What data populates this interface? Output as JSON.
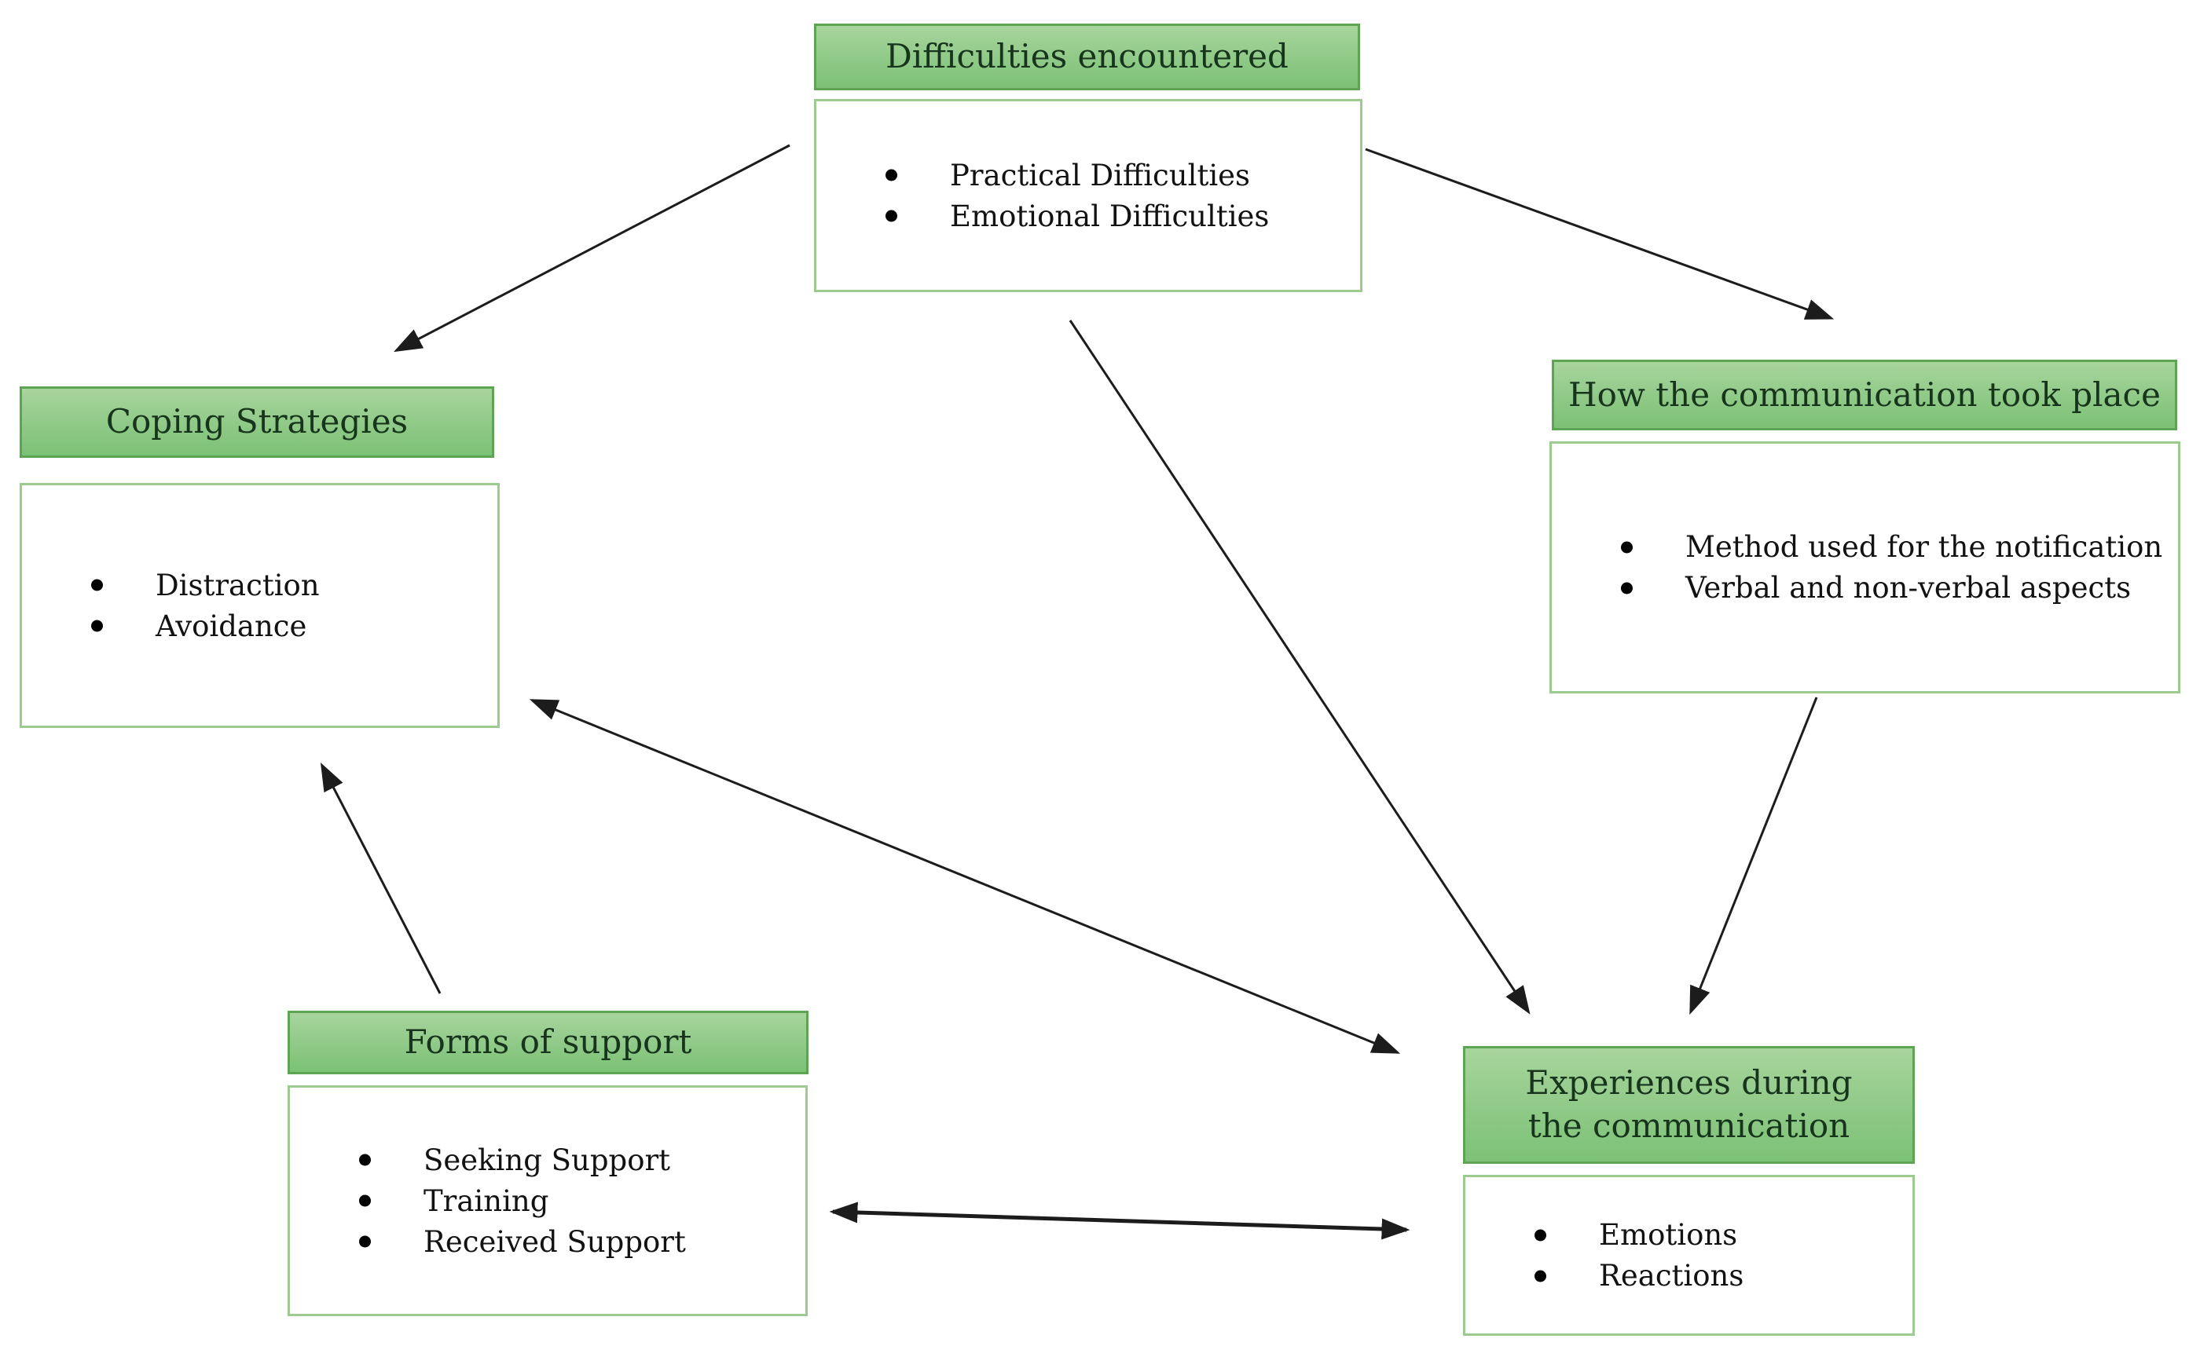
{
  "diagram": {
    "boxes": {
      "difficulties": {
        "title": "Difficulties encountered",
        "items": [
          "Practical Difficulties",
          "Emotional Difficulties"
        ]
      },
      "coping": {
        "title": "Coping Strategies",
        "items": [
          "Distraction",
          "Avoidance"
        ]
      },
      "communication_method": {
        "title": "How the communication took place",
        "items": [
          "Method used for the notification",
          "Verbal and non-verbal aspects"
        ]
      },
      "support": {
        "title": "Forms of support",
        "items": [
          "Seeking Support",
          "Training",
          "Received Support"
        ]
      },
      "experiences": {
        "title": "Experiences during the communication",
        "items": [
          "Emotions",
          "Reactions"
        ]
      }
    },
    "arrows": [
      {
        "from": "difficulties",
        "to": "coping",
        "bidirectional": false
      },
      {
        "from": "difficulties",
        "to": "communication_method",
        "bidirectional": false
      },
      {
        "from": "difficulties",
        "to": "experiences",
        "bidirectional": false
      },
      {
        "from": "communication_method",
        "to": "experiences",
        "bidirectional": false
      },
      {
        "from": "coping",
        "to": "experiences",
        "bidirectional": true
      },
      {
        "from": "support",
        "to": "coping",
        "bidirectional": false
      },
      {
        "from": "support",
        "to": "experiences",
        "bidirectional": true
      }
    ],
    "colors": {
      "header_fill_top": "#a8d59d",
      "header_fill_bottom": "#7cc276",
      "header_border": "#5da455",
      "header_text": "#16351c",
      "body_border": "#9ccb90",
      "body_text": "#121212",
      "arrow": "#1c1c1c",
      "background": "#ffffff"
    }
  }
}
